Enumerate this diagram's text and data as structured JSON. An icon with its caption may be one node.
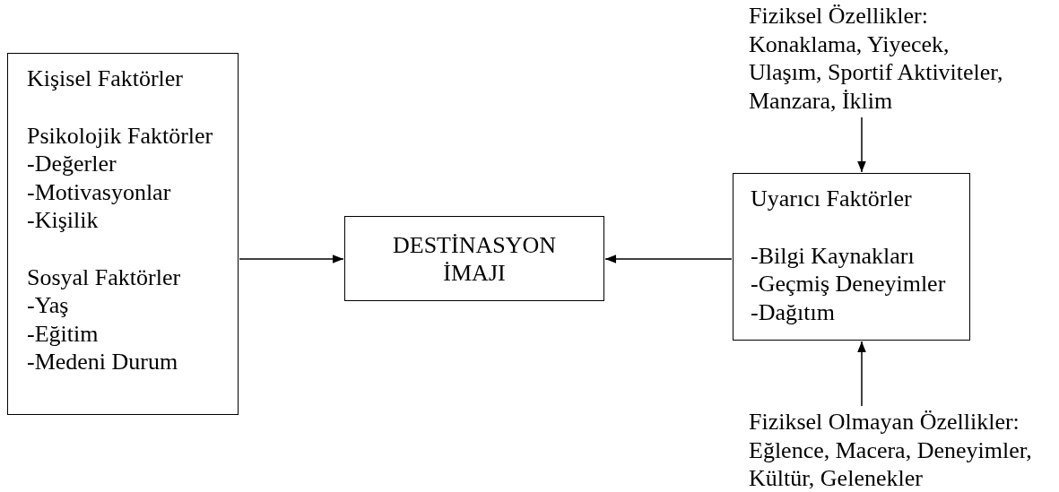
{
  "diagram": {
    "nodes": [
      {
        "text": [
          "Kişisel Faktörler",
          "Psikolojik Faktörler",
          "-Değerler",
          "-Motivasyonlar",
          "-Kişilik",
          "Sosyal Faktörler",
          "-Yaş",
          "-Eğitim",
          "-Medeni Durum"
        ]
      },
      {
        "text": [
          "DESTİNASYON İMAJI"
        ]
      },
      {
        "text": [
          "Uyarıcı Faktörler",
          "-Bilgi Kaynakları",
          "-Geçmiş Deneyimler",
          "-Dağıtım"
        ]
      },
      {
        "text": [
          "Fiziksel Özellikler:",
          "Konaklama, Yiyecek,",
          "Ulaşım, Sportif Aktiviteler,",
          "Manzara, İklim"
        ]
      },
      {
        "text": [
          "Fiziksel Olmayan Özellikler:",
          "Eğlence, Macera, Deneyimler,",
          "Kültür, Gelenekler"
        ]
      }
    ],
    "edges": [
      {
        "from": 0,
        "to": 1,
        "arrow": "to"
      },
      {
        "from": 2,
        "to": 1,
        "arrow": "to"
      },
      {
        "from": 3,
        "to": 2,
        "arrow": "to"
      },
      {
        "from": 4,
        "to": 2,
        "arrow": "to"
      }
    ]
  }
}
